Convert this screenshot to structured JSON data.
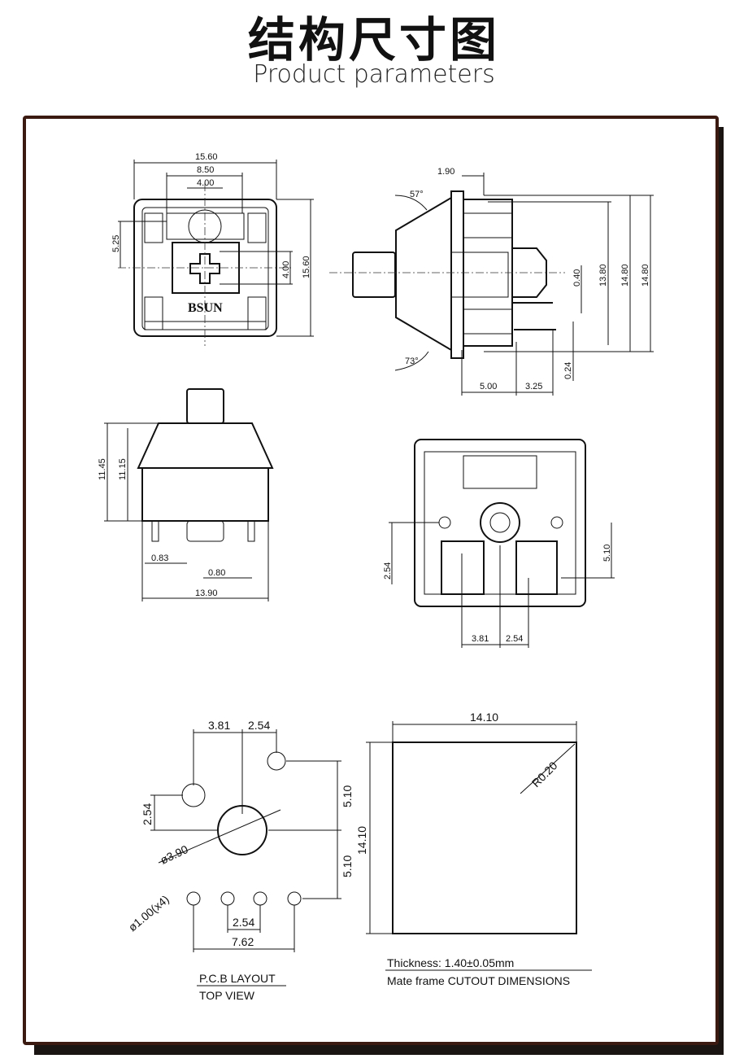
{
  "header": {
    "title": "结构尺寸图",
    "subtitle": "Product parameters"
  },
  "frame_color": "#3b1a12",
  "top_view": {
    "brand": "BSUN",
    "dims": {
      "width": "15.60",
      "inner": "8.50",
      "stem": "4.00",
      "offset": "5.25",
      "stem_h": "4.00",
      "height": "15.60"
    }
  },
  "side_view": {
    "dims": {
      "d190": "1.90",
      "angle_top": "57°",
      "angle_bottom": "73°",
      "d040": "0.40",
      "d1380": "13.80",
      "d1480a": "14.80",
      "d1480b": "14.80",
      "d024": "0.24",
      "d500": "5.00",
      "d325": "3.25"
    }
  },
  "front_view": {
    "dims": {
      "h1145": "11.45",
      "h1115": "11.15",
      "d083": "0.83",
      "d080": "0.80",
      "w1390": "13.90"
    }
  },
  "bottom_view": {
    "dims": {
      "d254": "2.54",
      "d510": "5.10",
      "d381": "3.81",
      "d254b": "2.54"
    }
  },
  "pcb_layout": {
    "dims": {
      "d381": "3.81",
      "d254": "2.54",
      "d510a": "5.10",
      "d254v": "2.54",
      "dia390": "ø3.90",
      "d510b": "5.10",
      "dia100": "ø1.00(x4)",
      "d254h": "2.54",
      "d762": "7.62"
    },
    "caption1": "P.C.B LAYOUT",
    "caption2": "TOP VIEW"
  },
  "cutout": {
    "dims": {
      "w": "14.10",
      "h": "14.10",
      "radius": "R0.20"
    },
    "thickness": "Thickness: 1.40±0.05mm",
    "caption": "Mate frame CUTOUT DIMENSIONS"
  }
}
